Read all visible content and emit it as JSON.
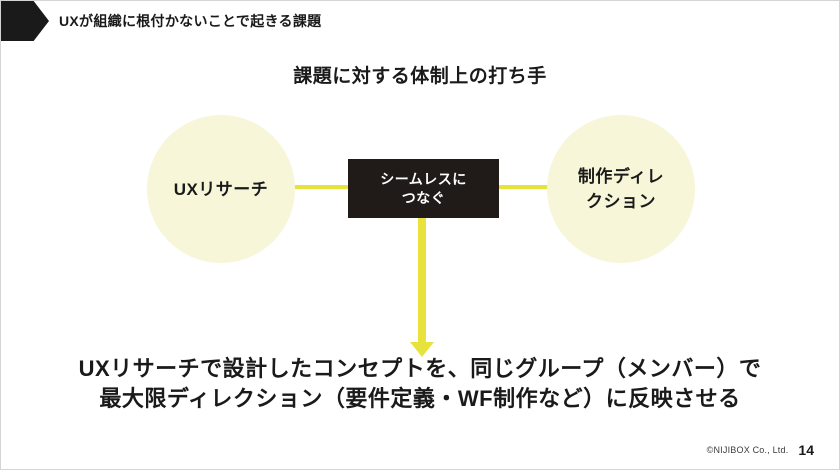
{
  "colors": {
    "accent_yellow": "#e7e33c",
    "node_fill": "#f7f6d8",
    "box_fill": "#201b18",
    "marker_black": "#1a1a1a"
  },
  "header": {
    "label": "UXが組織に根付かないことで起きる課題"
  },
  "title": "課題に対する体制上の打ち手",
  "diagram": {
    "left_node": {
      "label": "UXリサーチ"
    },
    "right_node": {
      "line1": "制作ディレ",
      "line2": "クション"
    },
    "center_box": {
      "line1": "シームレスに",
      "line2": "つなぐ"
    }
  },
  "conclusion": {
    "line1": "UXリサーチで設計したコンセプトを、同じグループ（メンバー）で",
    "line2": "最大限ディレクション（要件定義・WF制作など）に反映させる"
  },
  "footer": {
    "copyright": "©NIJIBOX Co., Ltd.",
    "page_number": "14"
  }
}
